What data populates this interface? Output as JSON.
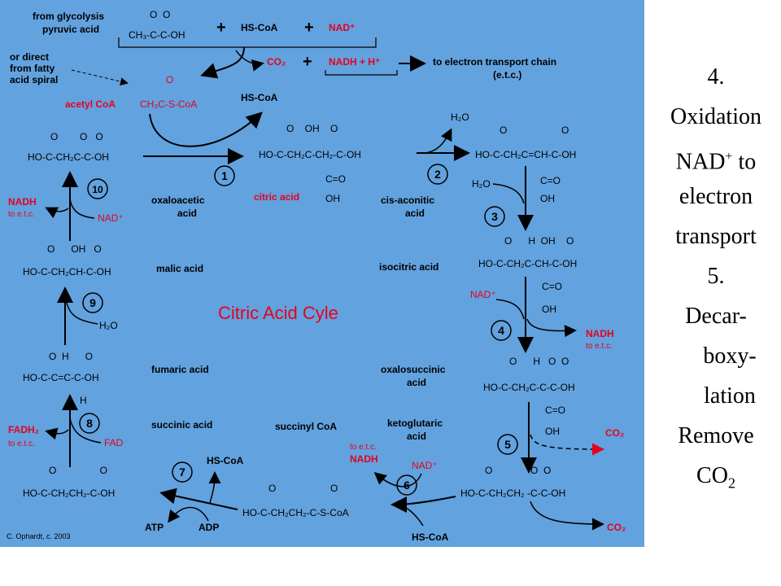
{
  "diagram": {
    "title": "Citric Acid Cyle",
    "credit": "C. Ophardt, c. 2003",
    "top": {
      "from_glycolysis_1": "from glycolysis",
      "from_glycolysis_2": "pyruvic acid",
      "or_direct_1": "or direct",
      "or_direct_2": "from fatty",
      "or_direct_3": "acid spiral",
      "plus": "+",
      "hs_coa": "HS-CoA",
      "nad_plus": "NAD⁺",
      "co2": "CO₂",
      "nadh_h": "NADH + H⁺",
      "etc_1": "to electron transport chain",
      "etc_2": "(e.t.c.)",
      "acetyl_coa": "acetyl CoA",
      "hs_coa_released": "HS-CoA"
    },
    "compounds": {
      "oxaloacetic_1": "oxaloacetic",
      "oxaloacetic_2": "acid",
      "citric": "citric acid",
      "cis_aconitic_1": "cis-aconitic",
      "cis_aconitic_2": "acid",
      "isocitric": "isocitric acid",
      "oxalosuccinic_1": "oxalosuccinic",
      "oxalosuccinic_2": "acid",
      "ketoglutaric_1": "ketoglutaric",
      "ketoglutaric_2": "acid",
      "succinyl_coa": "succinyl CoA",
      "succinic": "succinic acid",
      "fumaric": "fumaric acid",
      "malic": "malic acid"
    },
    "steps": [
      "1",
      "2",
      "3",
      "4",
      "5",
      "6",
      "7",
      "8",
      "9",
      "10"
    ],
    "cofactors": {
      "h2o_2": "H₂O",
      "h2o_3": "H₂O",
      "nad_4": "NAD⁺",
      "nadh_4": "NADH",
      "to_etc_4": "to e.t.c.",
      "co2_5": "CO₂",
      "co2_6": "CO₂",
      "to_etc_6": "to e.t.c.",
      "nadh_6": "NADH",
      "nad_6": "NAD⁺",
      "hs_coa_6": "HS-CoA",
      "hs_coa_7": "HS-CoA",
      "atp_7": "ATP",
      "adp_7": "ADP",
      "fadh2_8": "FADH₂",
      "to_etc_8": "to e.t.c.",
      "fad_8": "FAD",
      "h2o_9": "H₂O",
      "nadh_10": "NADH",
      "to_etc_10": "to e.t.c.",
      "nad_10": "NAD⁺"
    },
    "structures": {
      "pyruvic_top": "O  O",
      "pyruvic_main": "CH₃-C-C-OH",
      "acetyl_top": "O",
      "acetyl_main": "CH₃C-S-CoA",
      "oxalo_top": "O        O   O",
      "oxalo_main": "HO-C-CH₂C-C-OH",
      "citric_top": "O    OH    O",
      "citric_main": "HO-C-CH₂C-CH₂-C-OH",
      "citric_sub1": "C=O",
      "citric_sub2": "OH",
      "cis_top": "O                    O",
      "cis_main": "HO-C-CH₂C=CH-C-OH",
      "cis_sub1": "C=O",
      "cis_sub2": "OH",
      "iso_top": "O      H  OH    O",
      "iso_main": "HO-C-CH₂C-CH-C-OH",
      "iso_sub1": "C=O",
      "iso_sub2": "OH",
      "oxsuc_top": "O      H   O  O",
      "oxsuc_main": "HO-C-CH₂C-C-C-OH",
      "oxsuc_sub1": "C=O",
      "oxsuc_sub2": "OH",
      "keto_top": "O              O  O",
      "keto_main": "HO-C-CH₂CH₂ -C-C-OH",
      "succoa_top": "O                    O",
      "succoa_main": "HO-C-CH₂CH₂-C-S-CoA",
      "succ_top": "O                O",
      "succ_main": "HO-C-CH₂CH₂-C-OH",
      "fum_top": "O  H      O",
      "fum_main": "HO-C-C=C-C-OH",
      "fum_sub": "H",
      "mal_top": "O      OH   O",
      "mal_main": "HO-C-CH₂CH-C-OH"
    }
  },
  "side_text": {
    "line1": "4.",
    "line2": "Oxidation",
    "line3a": "NAD",
    "line3sup": "+",
    "line3b": " to",
    "line4": "electron",
    "line5": "transport",
    "line6": "5.",
    "line7": "Decar-",
    "line8": "boxy-",
    "line9": "lation",
    "line10": "Remove",
    "line11a": "CO",
    "line11sub": "2"
  },
  "colors": {
    "background": "#62a2df",
    "accent_red": "#e8001c"
  }
}
